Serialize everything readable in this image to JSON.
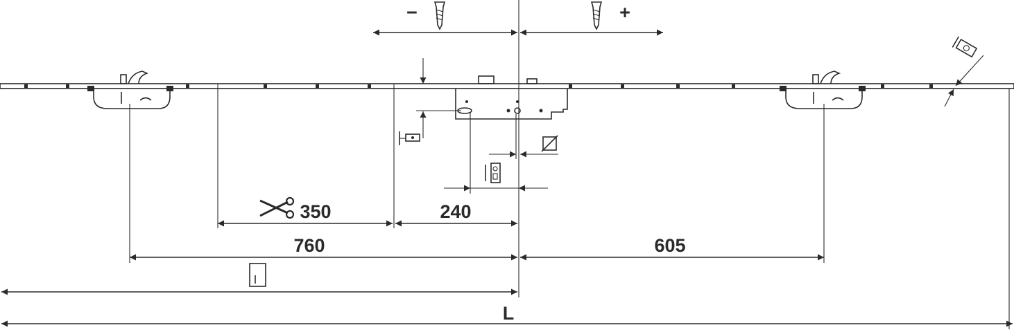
{
  "diagram": {
    "adjust_minus": "−",
    "adjust_plus": "+",
    "dimensions": {
      "cut_length": "350",
      "latch_offset": "240",
      "left_gear_distance": "760",
      "right_gear_distance": "605",
      "total_length": "L"
    },
    "icons": [
      "screw-icon",
      "scissors-icon",
      "door-height-icon",
      "square-spindle-icon",
      "backset-icon",
      "faceplate-width-icon",
      "faceplate-thickness-icon"
    ],
    "colors": {
      "line": "#2a2a2a",
      "background": "#ffffff"
    }
  }
}
